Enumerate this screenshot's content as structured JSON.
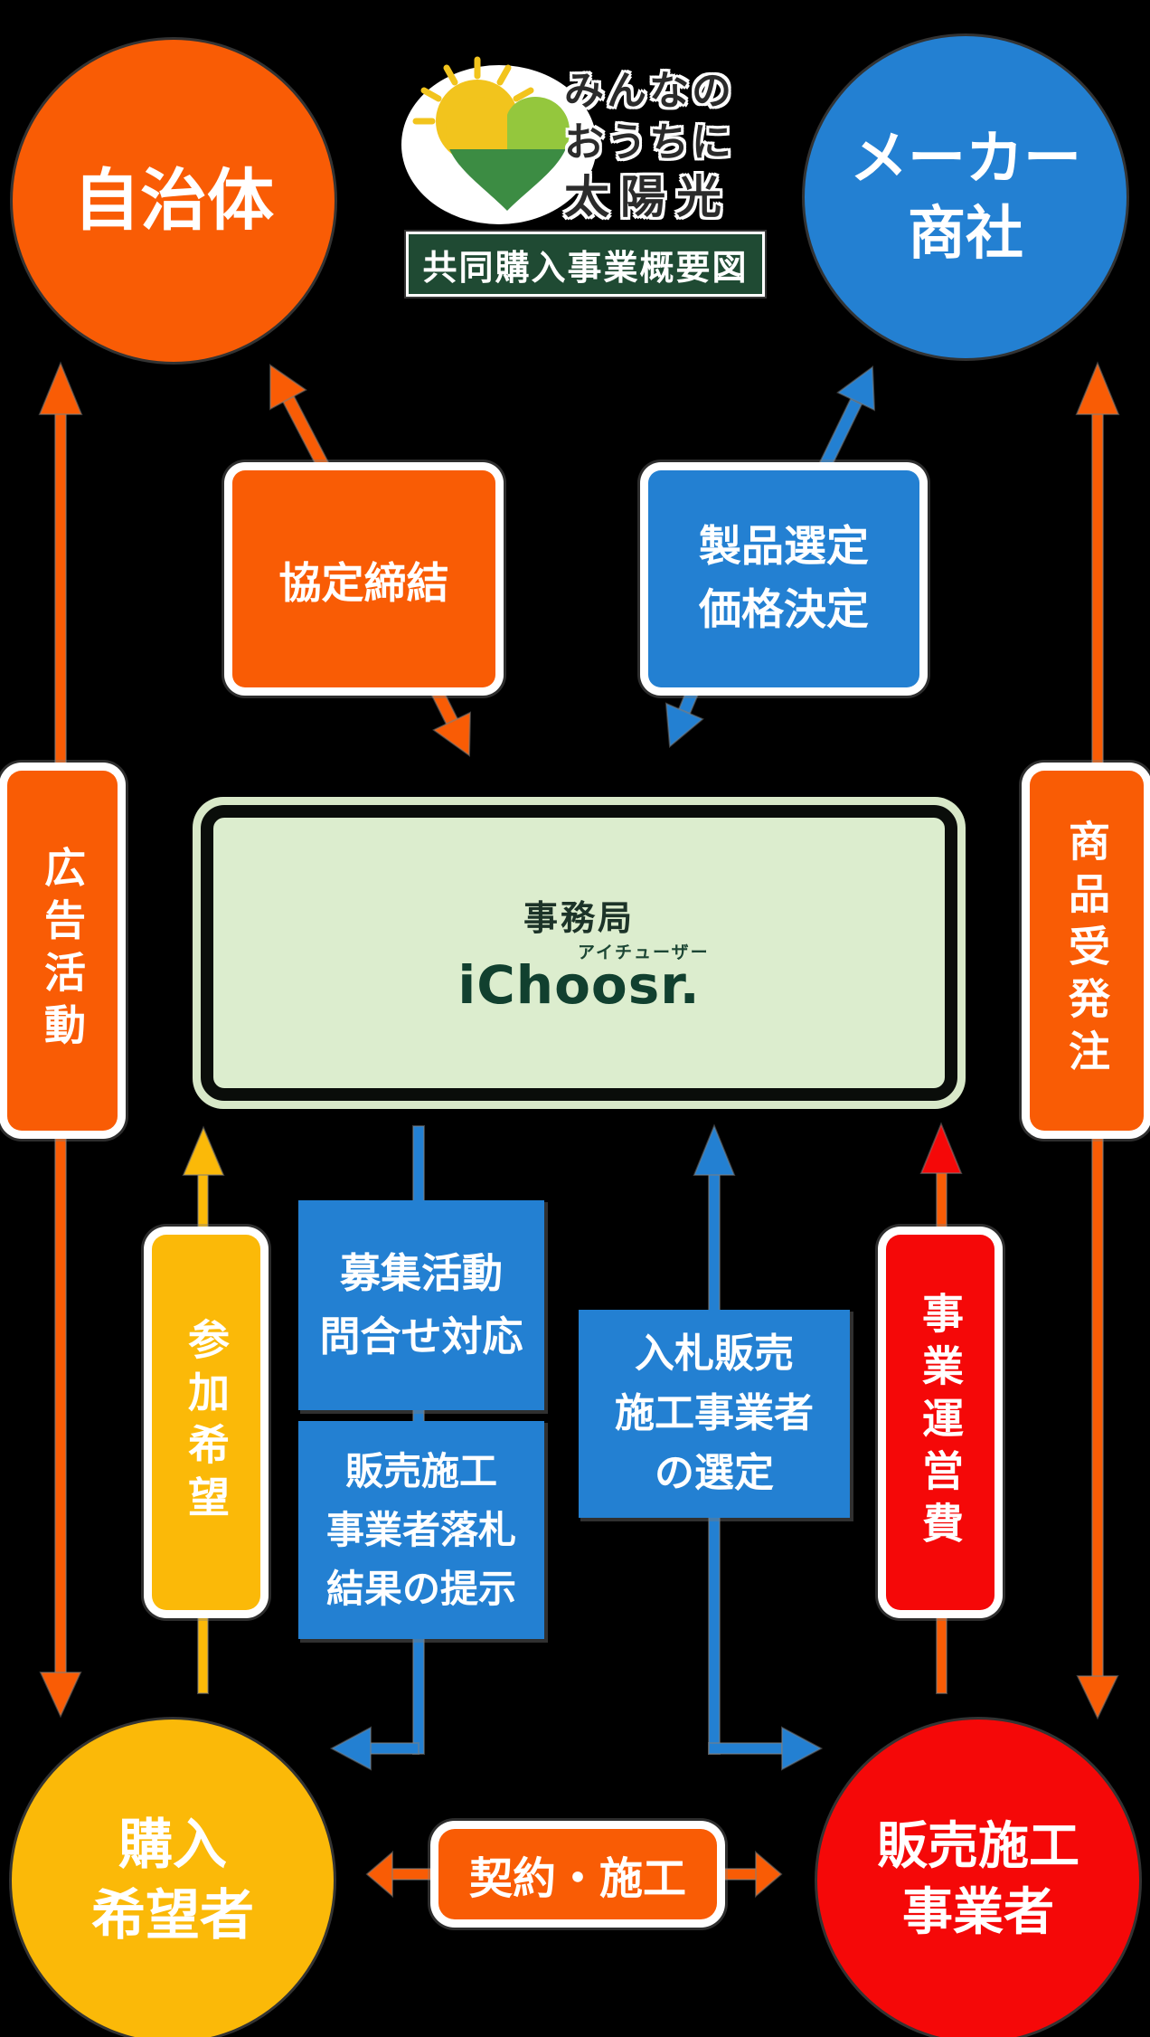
{
  "title_badge": "共同購入事業概要図",
  "logo": {
    "line1": "みんなの",
    "line2": "おうちに",
    "line3": "太陽光"
  },
  "nodes": {
    "municipality": "自治体",
    "maker": {
      "line1": "メーカー",
      "line2": "商社"
    },
    "buyers": {
      "line1": "購入",
      "line2": "希望者"
    },
    "installers": {
      "line1": "販売施工",
      "line2": "事業者"
    },
    "office": {
      "label": "事務局",
      "brand": "iChoosr.",
      "furigana": "アイチューザー"
    }
  },
  "boxes": {
    "agreement": "協定締結",
    "product": {
      "line1": "製品選定",
      "line2": "価格決定"
    },
    "advertising": "広告活動",
    "ordering": "商品受発注",
    "participation": "参加希望",
    "recruitment": {
      "line1": "募集活動",
      "line2": "問合せ対応"
    },
    "bid_result": {
      "line1": "販売施工",
      "line2": "事業者落札",
      "line3": "結果の提示"
    },
    "selection": {
      "line1": "入札販売",
      "line2": "施工事業者",
      "line3": "の選定"
    },
    "operating_cost": "事業運営費",
    "contract": "契約・施工"
  },
  "colors": {
    "background": "#000000",
    "orange": "#F95C05",
    "blue": "#2380D2",
    "yellow": "#FBB908",
    "red": "#F50808",
    "panel-ring": "#D8E8C8",
    "panel-green": "#DCEDCE",
    "dark-green": "#1F4A33",
    "brand-green": "#11402F",
    "sun-yellow": "#F2C41D",
    "leaf-light": "#94C73D",
    "leaf-dark": "#3C8C43"
  }
}
